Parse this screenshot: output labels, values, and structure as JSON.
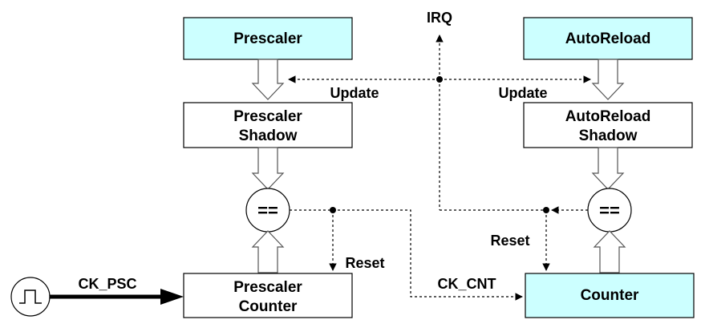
{
  "blocks": {
    "prescaler": {
      "label": "Prescaler"
    },
    "prescaler_shadow": {
      "line1": "Prescaler",
      "line2": "Shadow"
    },
    "prescaler_counter": {
      "line1": "Prescaler",
      "line2": "Counter"
    },
    "autoreload": {
      "label": "AutoReload"
    },
    "autoreload_shadow": {
      "line1": "AutoReload",
      "line2": "Shadow"
    },
    "counter": {
      "label": "Counter"
    }
  },
  "comparators": {
    "left": {
      "symbol": "=="
    },
    "right": {
      "symbol": "=="
    }
  },
  "signals": {
    "irq": "IRQ",
    "update_left": "Update",
    "update_right": "Update",
    "reset_left": "Reset",
    "reset_right": "Reset",
    "ck_psc": "CK_PSC",
    "ck_cnt": "CK_CNT"
  },
  "colors": {
    "register_fill": "#ccffff",
    "shadow_fill": "#ffffff",
    "line": "#000000"
  }
}
